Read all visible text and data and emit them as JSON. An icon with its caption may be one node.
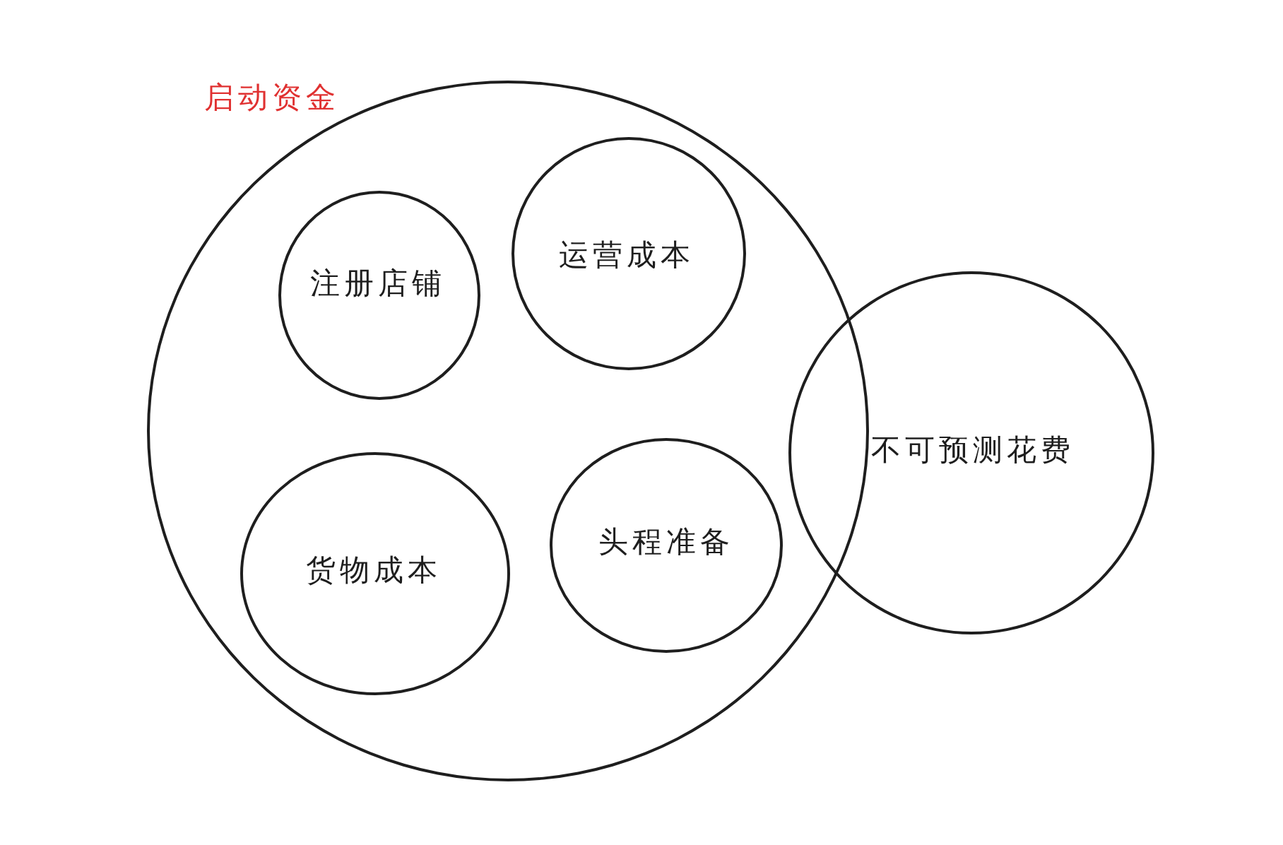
{
  "diagram": {
    "nodes": [
      {
        "text": [
          "启动资金"
        ]
      },
      {
        "text": [
          "注册店铺"
        ],
        "in": 0
      },
      {
        "text": [
          "运营成本"
        ],
        "in": 0
      },
      {
        "text": [
          "货物成本"
        ],
        "in": 0
      },
      {
        "text": [
          "头程准备"
        ],
        "in": 0
      },
      {
        "text": [
          "不可预测花费"
        ]
      }
    ]
  }
}
